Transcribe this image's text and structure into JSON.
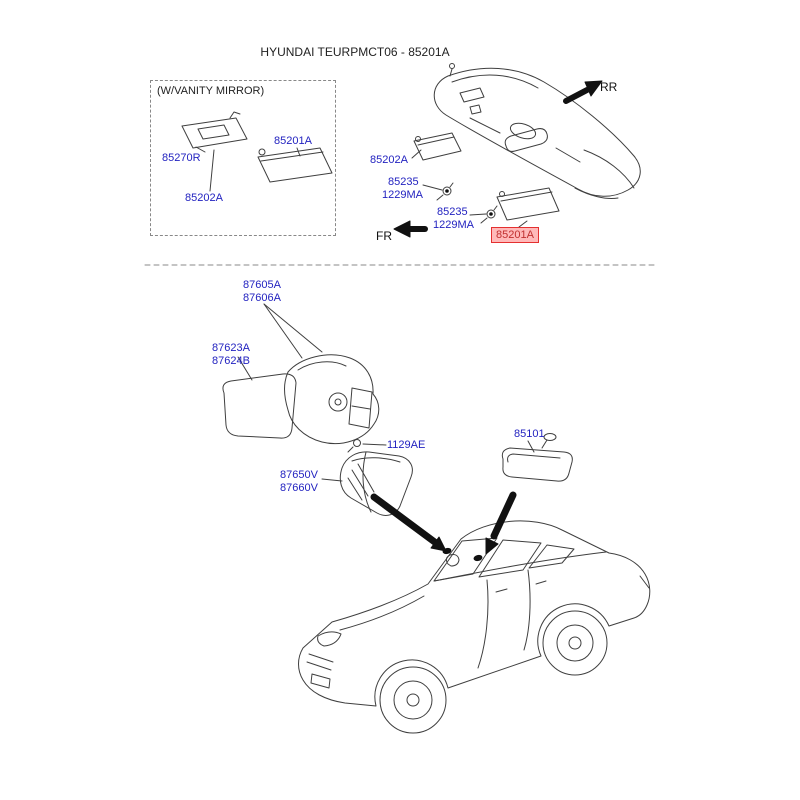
{
  "page": {
    "title": "HYUNDAI TEURPMCT06 - 85201A"
  },
  "colors": {
    "label": "#2323c0",
    "highlight_bg": "#ffb9b9",
    "highlight_border": "#e43030",
    "highlight_text": "#c03030",
    "line": "#3f3f3f",
    "arrow": "#111111"
  },
  "vanity_box": {
    "label": "(W/VANITY MIRROR)",
    "part_85270R": "85270R",
    "part_85201A": "85201A",
    "part_85202A": "85202A"
  },
  "roof": {
    "rr": "RR",
    "fr": "FR",
    "part_85202A": "85202A",
    "clip1_85235": "85235",
    "clip1_1229MA": "1229MA",
    "clip2_85235": "85235",
    "clip2_1229MA": "1229MA",
    "highlight_85201A": "85201A"
  },
  "mirrors": {
    "part_87605A": "87605A",
    "part_87606A": "87606A",
    "part_87623A": "87623A",
    "part_87624B": "87624B",
    "part_1129AE": "1129AE",
    "part_87650V": "87650V",
    "part_87660V": "87660V",
    "part_85101": "85101"
  }
}
